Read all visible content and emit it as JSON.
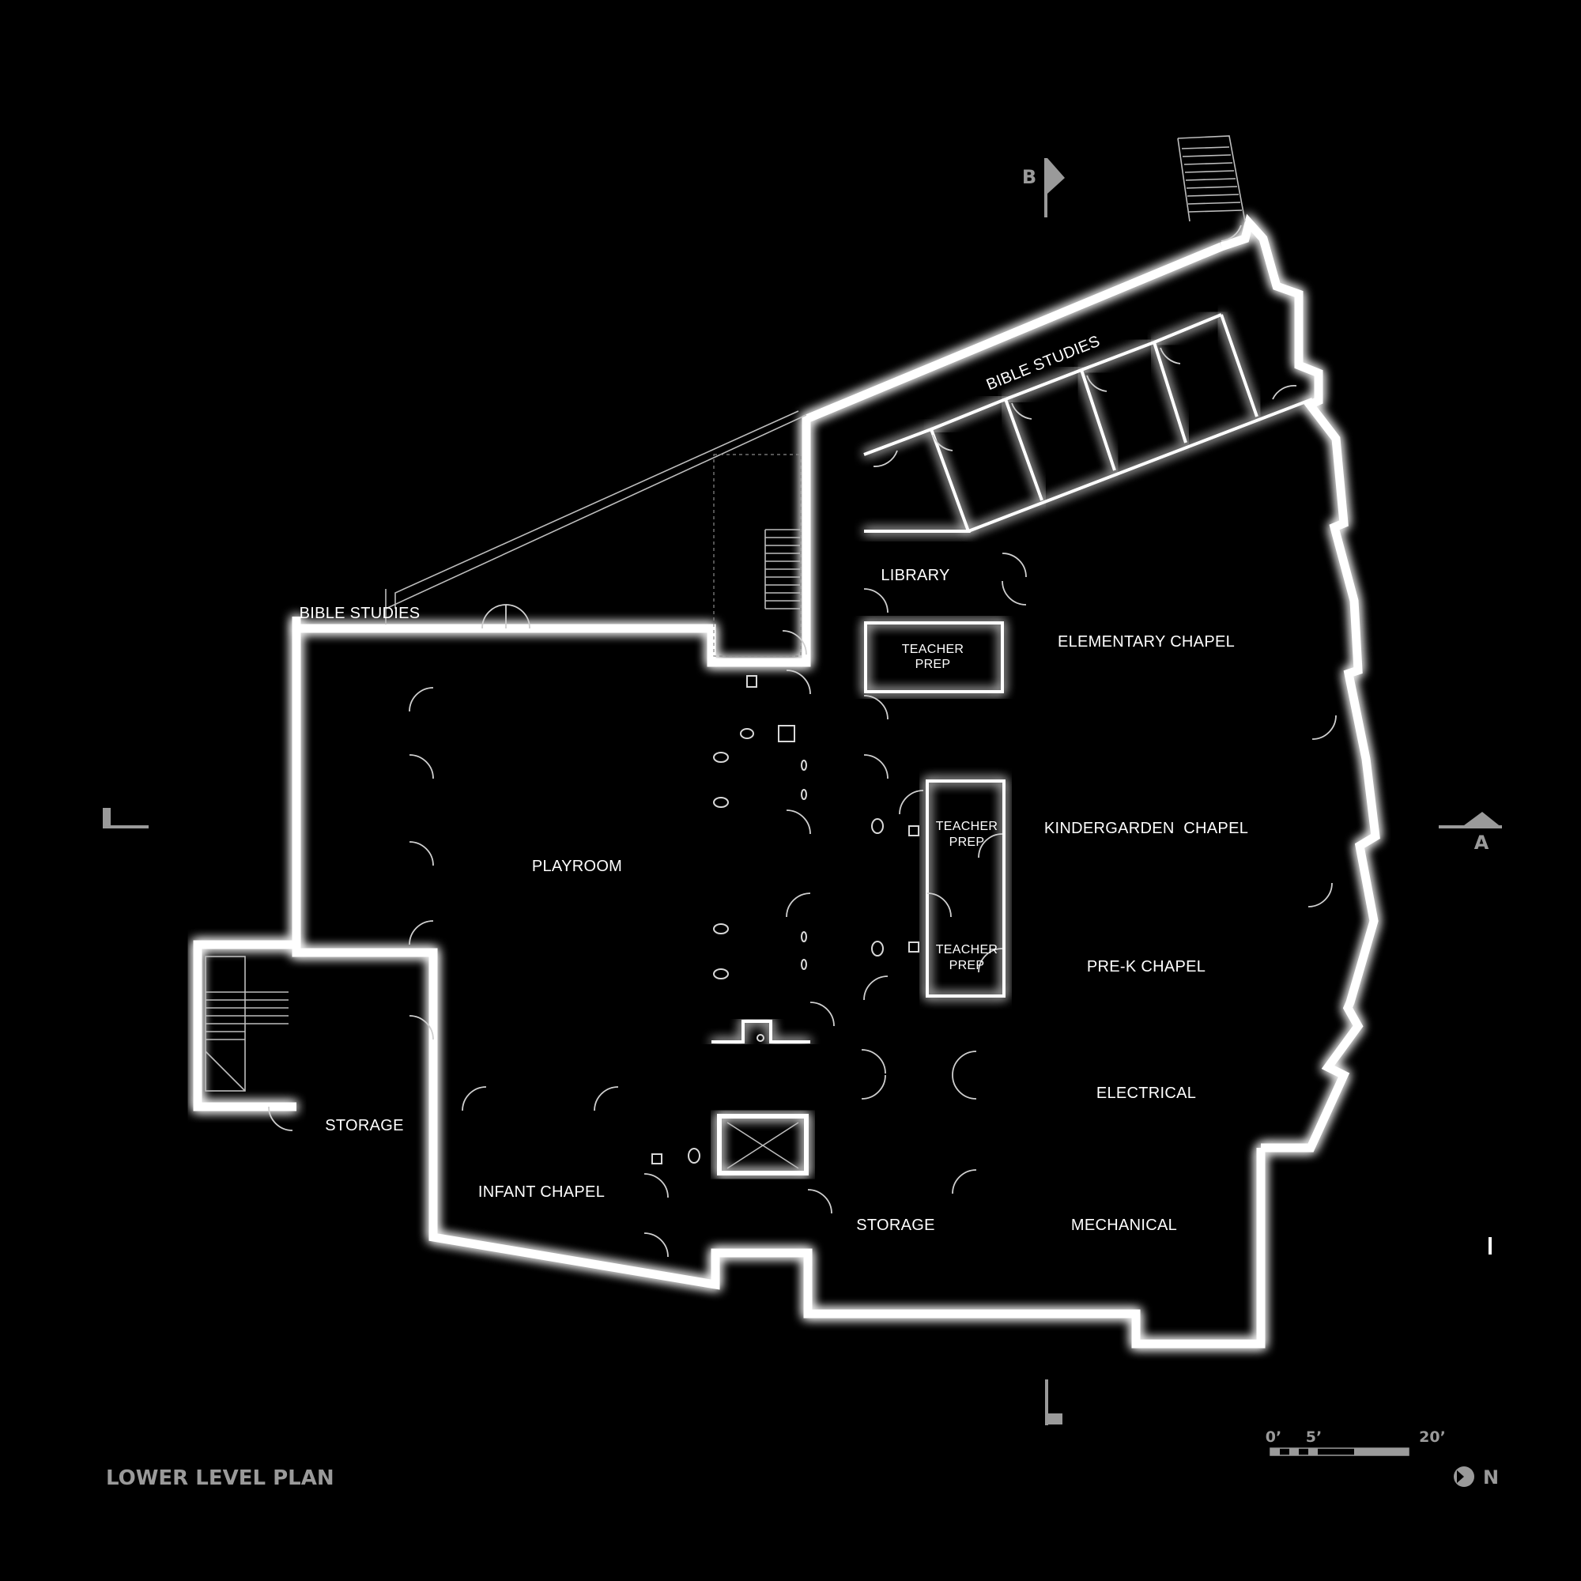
{
  "drawing": {
    "title": "LOWER LEVEL PLAN"
  },
  "rooms": {
    "bible_studies_top": "BIBLE STUDIES",
    "bible_studies_left": "BIBLE STUDIES",
    "library": "LIBRARY",
    "teacher_prep_1_line1": "TEACHER",
    "teacher_prep_1_line2": "PREP",
    "elementary_chapel": "ELEMENTARY CHAPEL",
    "playroom": "PLAYROOM",
    "teacher_prep_2_line1": "TEACHER",
    "teacher_prep_2_line2": "PREP",
    "kindergarden_chapel": "KINDERGARDEN  CHAPEL",
    "teacher_prep_3_line1": "TEACHER",
    "teacher_prep_3_line2": "PREP",
    "prek_chapel": "PRE-K CHAPEL",
    "storage_left": "STORAGE",
    "electrical": "ELECTRICAL",
    "infant_chapel": "INFANT CHAPEL",
    "storage_center": "STORAGE",
    "mechanical": "MECHANICAL"
  },
  "section_markers": {
    "a": "A",
    "b": "B"
  },
  "scale_bar": {
    "label_0": "0’",
    "label_5": "5’",
    "label_20": "20’"
  },
  "north_arrow": {
    "label": "N"
  },
  "colors": {
    "background": "#000000",
    "walls": "#ffffff",
    "annotation": "#9a9a9a"
  }
}
